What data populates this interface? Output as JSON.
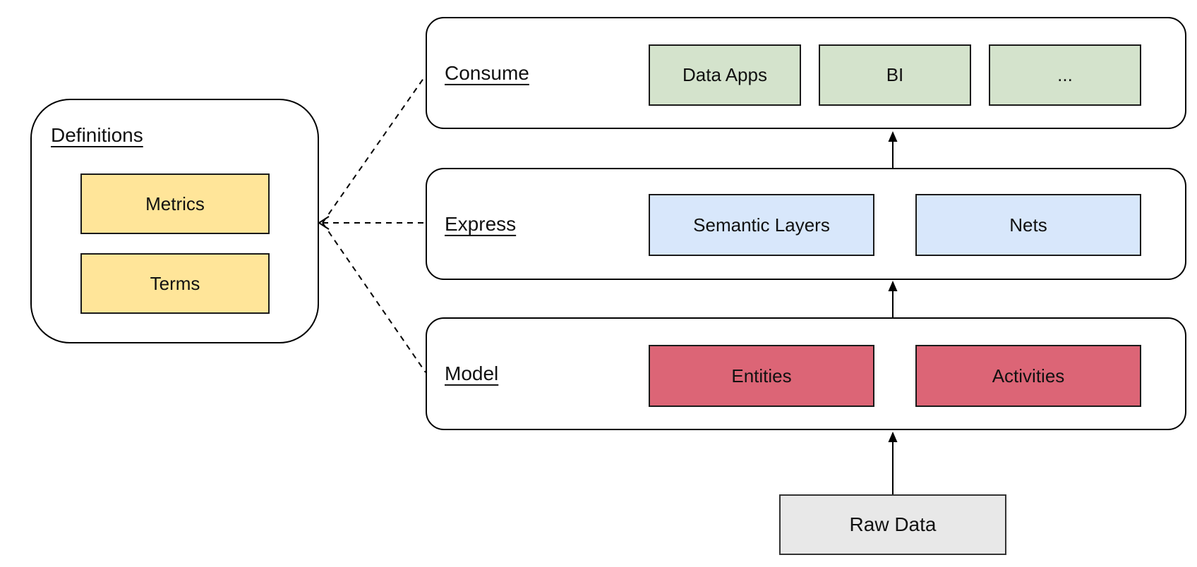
{
  "diagram": {
    "definitions": {
      "title": "Definitions",
      "boxes": [
        {
          "label": "Metrics"
        },
        {
          "label": "Terms"
        }
      ],
      "box_fill": "#FFE599"
    },
    "rows": [
      {
        "title": "Consume",
        "boxes": [
          {
            "label": "Data Apps"
          },
          {
            "label": "BI"
          },
          {
            "label": "..."
          }
        ],
        "box_fill": "#D4E3CC"
      },
      {
        "title": "Express",
        "boxes": [
          {
            "label": "Semantic Layers"
          },
          {
            "label": "Nets"
          }
        ],
        "box_fill": "#D8E7FB"
      },
      {
        "title": "Model",
        "boxes": [
          {
            "label": "Entities"
          },
          {
            "label": "Activities"
          }
        ],
        "box_fill": "#DC6576"
      }
    ],
    "source": {
      "label": "Raw Data",
      "fill": "#E8E8E8"
    },
    "colors": {
      "background": "#FFFFFF",
      "line": "#000000",
      "text": "#111111"
    }
  }
}
